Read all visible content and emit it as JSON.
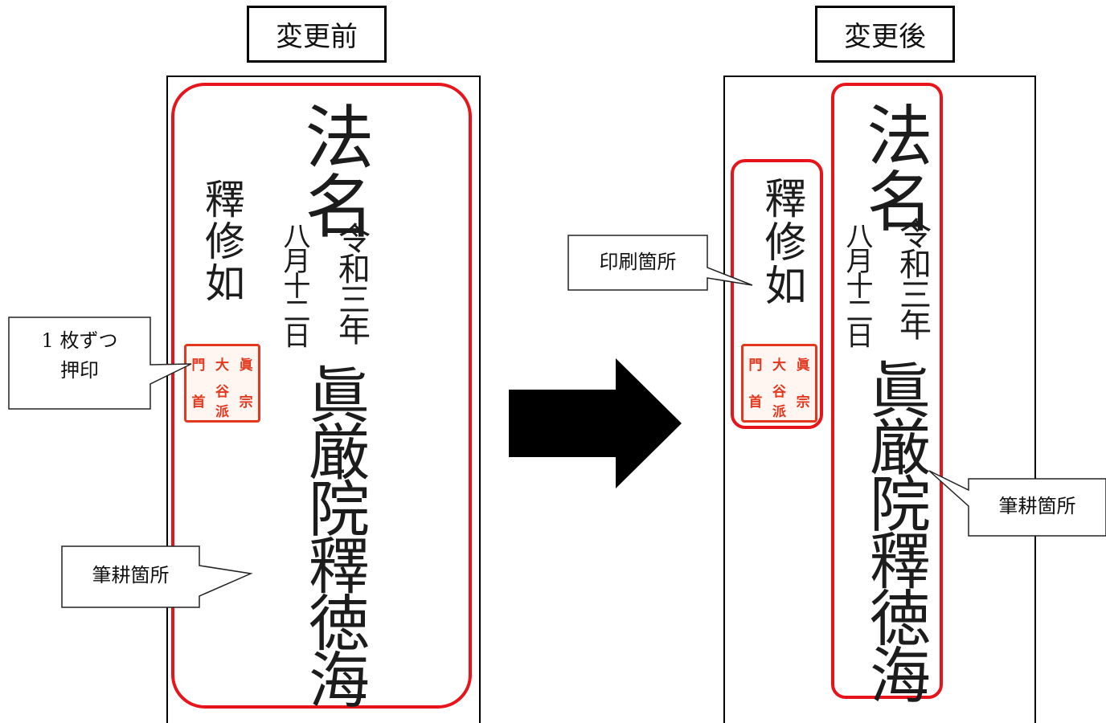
{
  "before": {
    "title": "変更前",
    "dharma_label": "法名",
    "date_col1": "令和三年",
    "date_col2": "八月十二日",
    "shaku_name": "釋修如",
    "full_name": "眞厳院釋徳海",
    "callouts": {
      "stamp_line1": "1 枚ずつ",
      "stamp_line2": "押印",
      "handwritten": "筆耕箇所"
    }
  },
  "after": {
    "title": "変更後",
    "dharma_label": "法名",
    "date_col1": "令和三年",
    "date_col2": "八月十二日",
    "shaku_name": "釋修如",
    "full_name": "眞厳院釋徳海",
    "callouts": {
      "printed": "印刷箇所",
      "handwritten": "筆耕箇所"
    }
  },
  "seal_text": "眞宗大谷派門首",
  "colors": {
    "highlight_red": "#e8141c",
    "seal_red": "#e4381e",
    "arrow": "#000000"
  }
}
